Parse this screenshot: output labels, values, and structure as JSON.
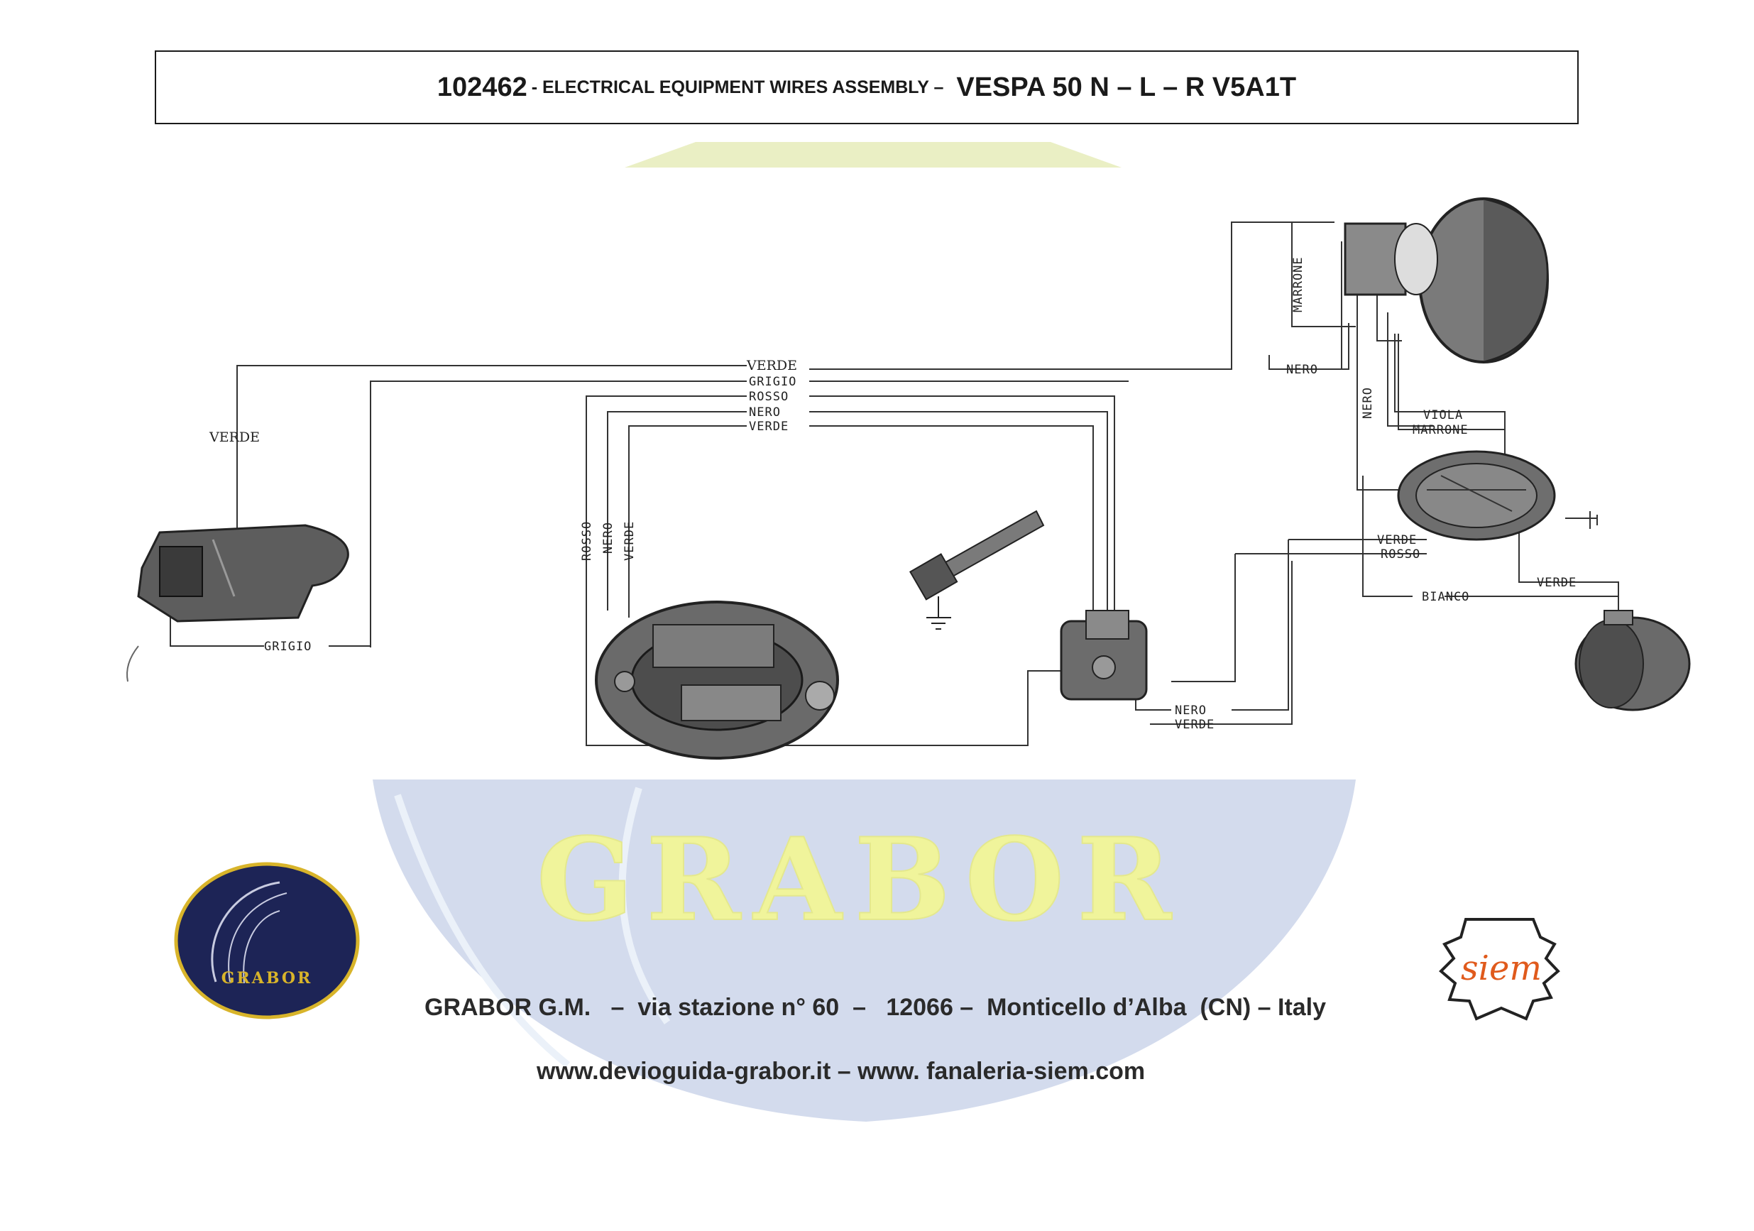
{
  "title": {
    "code": "102462",
    "description": "- ELECTRICAL EQUIPMENT WIRES ASSEMBLY –",
    "model": "VESPA 50 N – L – R V5A1T"
  },
  "wire_labels": {
    "verde_top": "VERDE",
    "grigio_top": "GRIGIO",
    "rosso_top": "ROSSO",
    "nero_top": "NERO",
    "verde_top2": "VERDE",
    "verde_left": "VERDE",
    "grigio_bottom": "GRIGIO",
    "rosso_vert": "ROSSO",
    "nero_vert": "NERO",
    "verde_vert": "VERDE",
    "marrone_vert": "MARRONE",
    "nero_right": "NERO",
    "nero_vert_right": "NERO",
    "viola": "VIOLA",
    "marrone_right": "MARRONE",
    "verde_right": "VERDE",
    "rosso_right": "ROSSO",
    "verde_far_right": "VERDE",
    "bianco": "BIANCO",
    "nero_bottom": "NERO",
    "verde_bottom": "VERDE"
  },
  "watermark": {
    "text": "GRABOR"
  },
  "logos": {
    "grabor": {
      "text": "GRABOR"
    },
    "siem": {
      "text": "siem"
    }
  },
  "footer": {
    "address": "GRABOR G.M.   –  via stazione n° 60  –   12066 –  Monticello d’Alba  (CN) – Italy",
    "websites": "www.devioguida-grabor.it – www. fanaleria-siem.com"
  },
  "colors": {
    "watermark_blue": "#b9c6e2",
    "watermark_yellow": "#eef28a",
    "grabor_navy": "#1d2456",
    "grabor_gold": "#d8b42a",
    "siem_orange": "#e05a1c"
  }
}
